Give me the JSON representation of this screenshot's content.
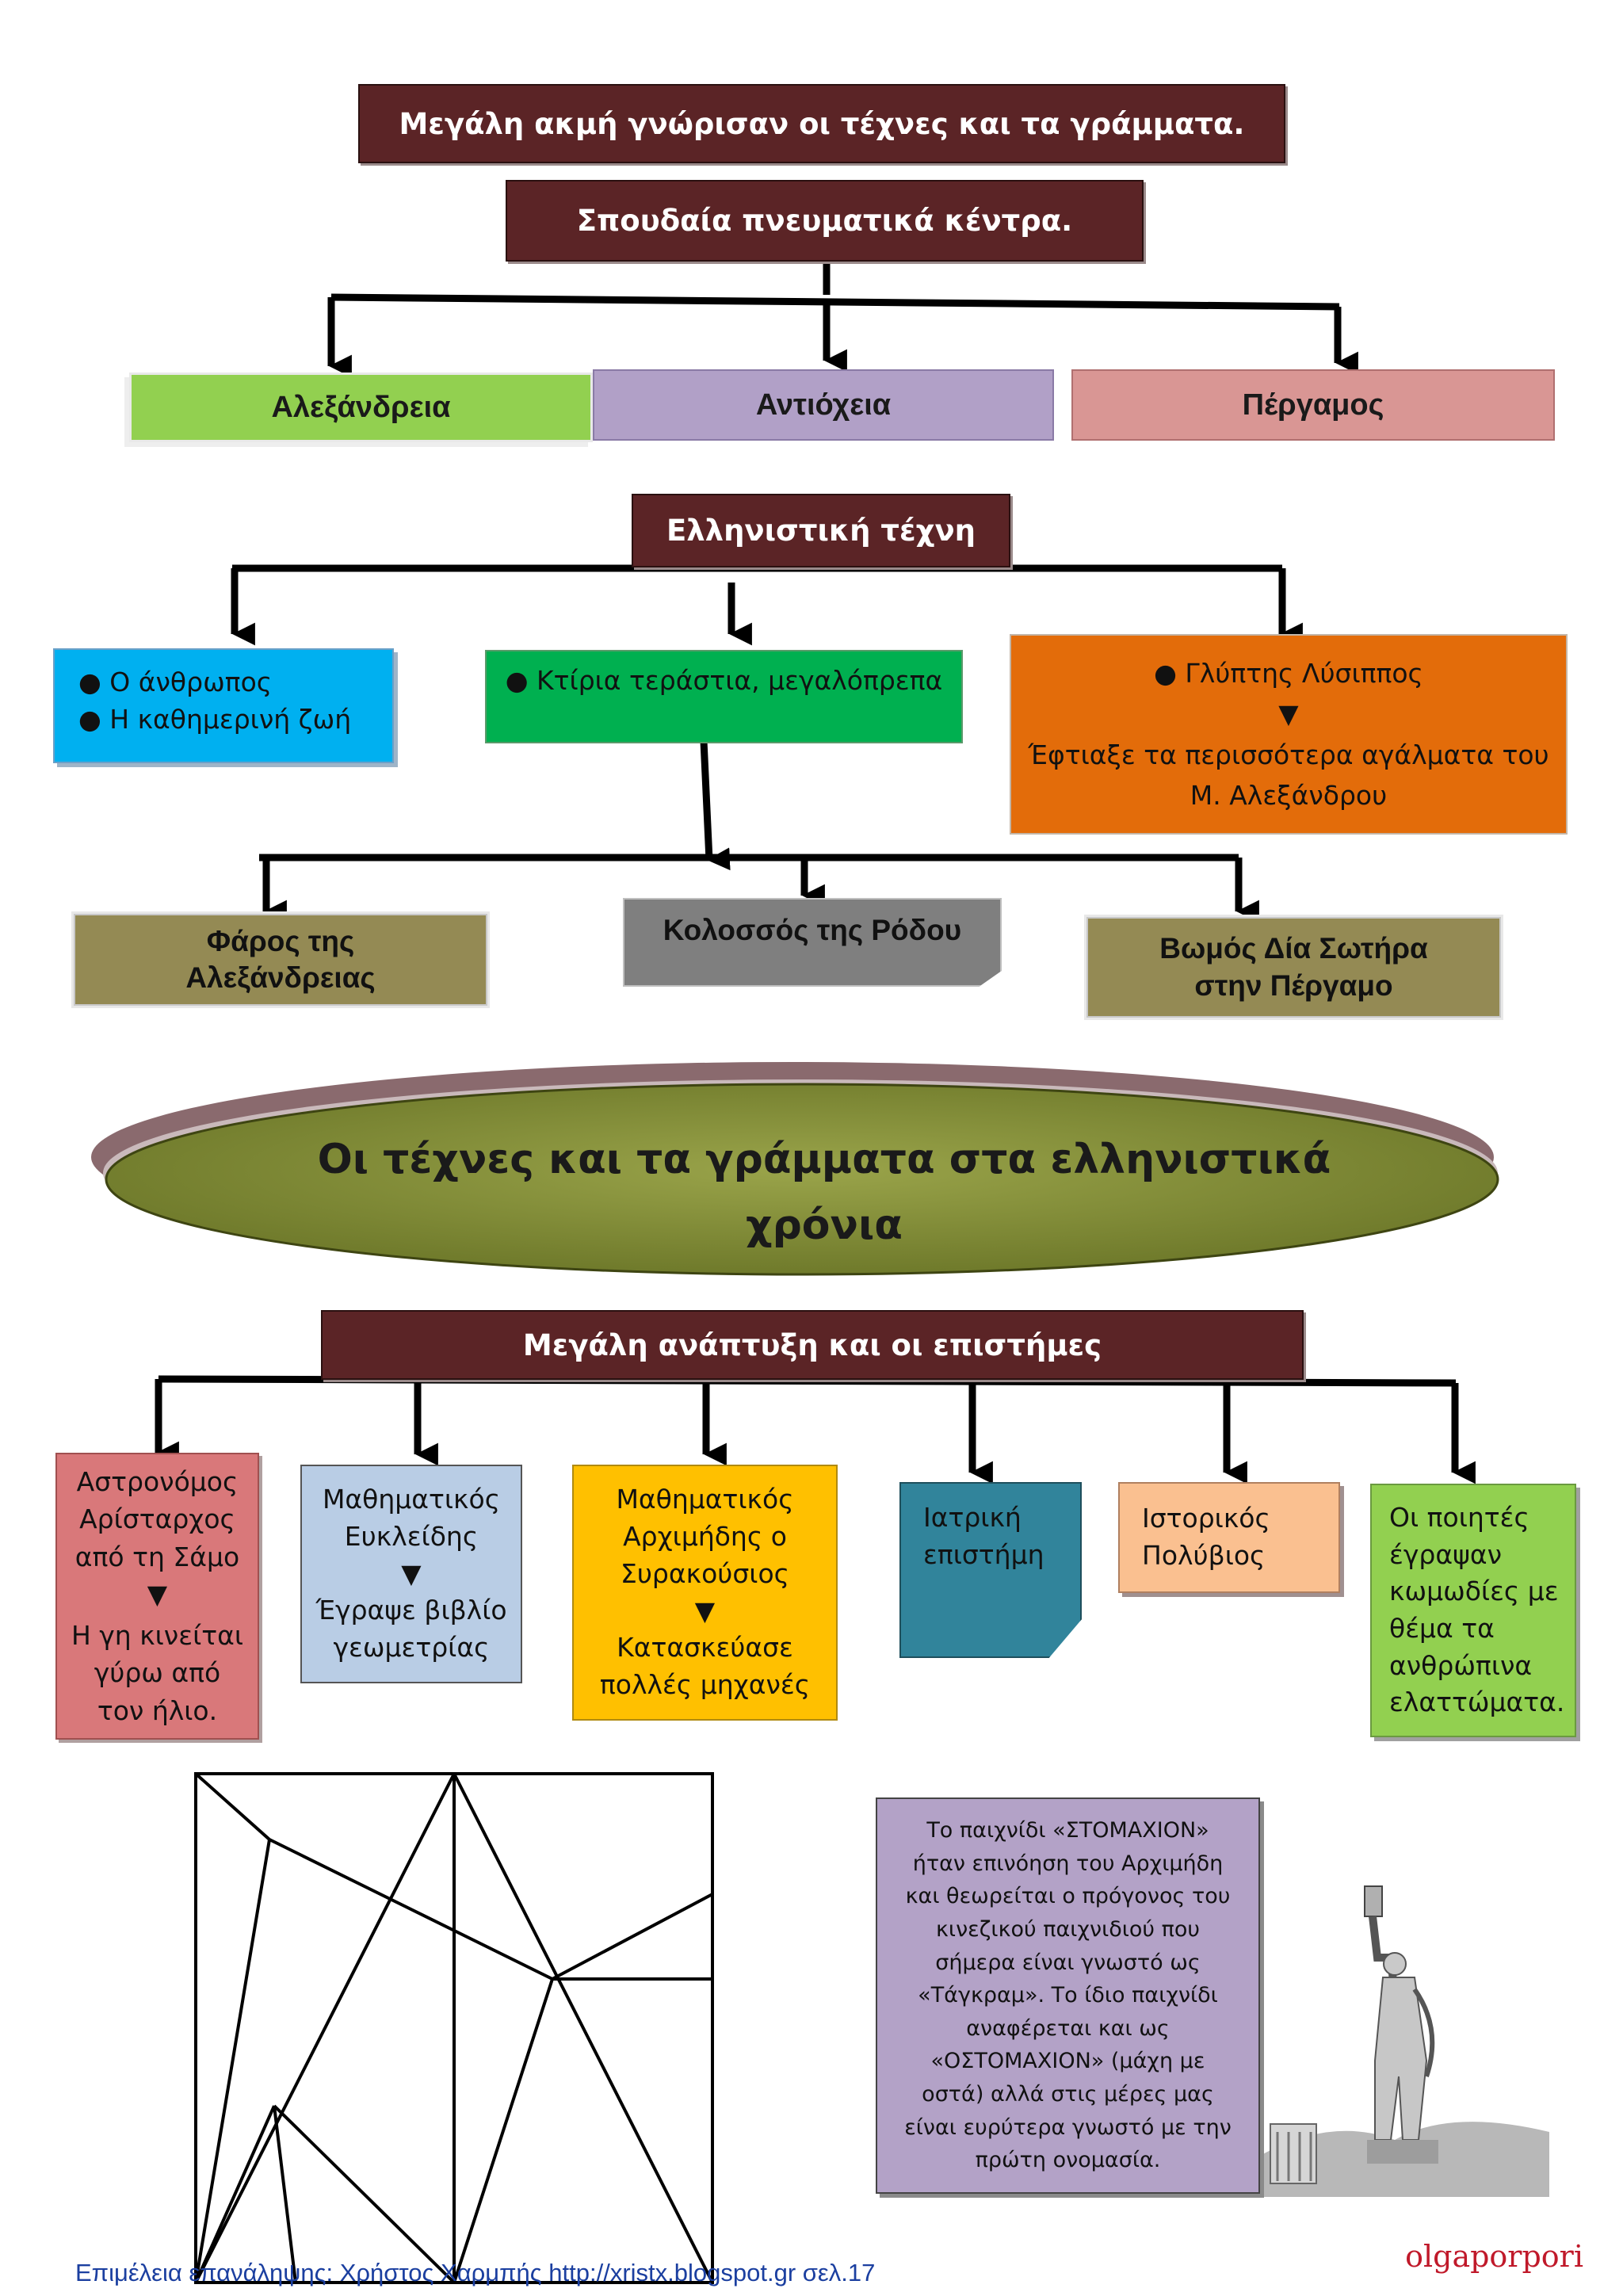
{
  "header1": "Μεγάλη ακμή γνώρισαν οι τέχνες και  τα γράμματα.",
  "header2": "Σπουδαία πνευματικά κέντρα.",
  "centers": [
    "Αλεξάνδρεια",
    "Αντιόχεια",
    "Πέργαμος"
  ],
  "art": {
    "title": "Ελληνιστική τέχνη",
    "box1": [
      "● Ο άνθρωπος",
      "● Η καθημερινή ζωή"
    ],
    "box2": "● Κτίρια τεράστια, μεγαλόπρεπα",
    "box3": [
      "● Γλύπτης Λύσιππος",
      "▼",
      "Έφτιαξε τα περισσότερα αγάλματα του",
      "Μ. Αλεξάνδρου"
    ]
  },
  "buildings": [
    [
      "Φάρος της",
      "Αλεξάνδρειας"
    ],
    [
      "Κολοσσός της Ρόδου"
    ],
    [
      "Βωμός Δία Σωτήρα",
      "στην Πέργαμο"
    ]
  ],
  "main_title": [
    "Οι τέχνες και τα γράμματα στα ελληνιστικά",
    "χρόνια"
  ],
  "science": {
    "title": "Μεγάλη ανάπτυξη και οι επιστήμες",
    "items": [
      [
        "Αστρονόμος",
        "Αρίσταρχος",
        "από τη Σάμο",
        "▼",
        "Η γη κινείται",
        "γύρω από",
        "τον ήλιο."
      ],
      [
        "Μαθηματικός",
        "Ευκλείδης",
        "▼",
        "Έγραψε βιβλίο",
        "γεωμετρίας"
      ],
      [
        "Μαθηματικός",
        "Αρχιμήδης ο",
        "Συρακούσιος",
        "▼",
        "Κατασκεύασε",
        "πολλές μηχανές"
      ],
      [
        "Ιατρική",
        "επιστήμη"
      ],
      [
        "Ιστορικός",
        "Πολύβιος"
      ],
      [
        "Οι ποιητές",
        "έγραψαν",
        "κωμωδίες με",
        "θέμα τα",
        "ανθρώπινα",
        "ελαττώματα."
      ]
    ]
  },
  "stomachion": [
    "Το παιχνίδι «ΣΤΟΜΑΧΙΟΝ»",
    "ήταν επινόηση του Αρχιμήδη",
    "και θεωρείται ο πρόγονος του",
    "κινεζικού παιχνιδιού που",
    "σήμερα είναι γνωστό ως",
    "«Τάγκραμ». Το ίδιο παιχνίδι",
    "αναφέρεται και ως",
    "«ΟΣΤΟΜΑΧΙΟΝ» (μάχη με",
    "οστά) αλλά στις μέρες μας",
    "είναι ευρύτερα γνωστό με την",
    "πρώτη ονομασία."
  ],
  "footer": "Επιμέλεια επανάληψης: Χρήστος Χαρμπής http://xristx.blogspot.gr   σελ.17",
  "signature": "olgaporpori",
  "colors": {
    "maroon": "#5b2426",
    "green": "#92d050",
    "lavender": "#b1a0c7",
    "rose": "#d99694",
    "sky": "#00b0f0",
    "emerald": "#00b050",
    "orange": "#e36c0a",
    "olive": "#948a54",
    "gray": "#7f7f7f",
    "red_rose": "#d9787a",
    "light_blue": "#b9cde5",
    "gold": "#ffc000",
    "teal": "#31849b",
    "peach": "#fac090",
    "lime": "#92d050",
    "purple": "#b3a2c7"
  }
}
